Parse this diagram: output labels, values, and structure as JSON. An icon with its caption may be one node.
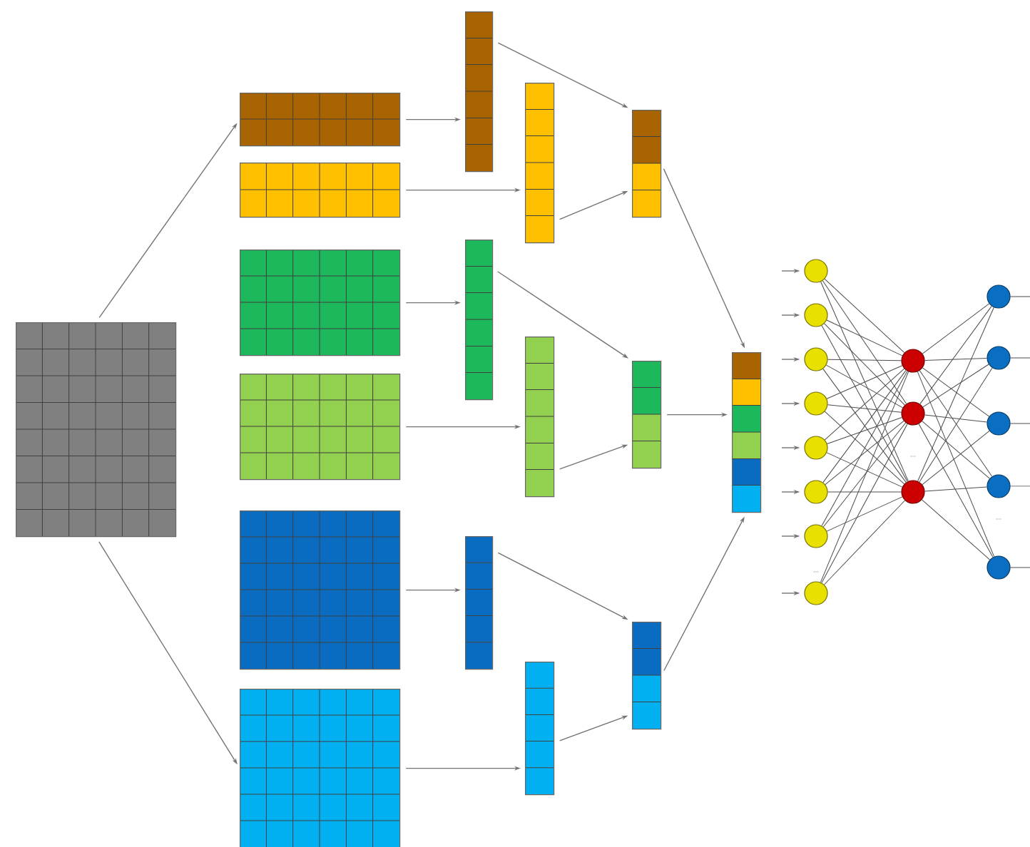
{
  "diagram": {
    "nodes": [
      {
        "text": [],
        "shape": "box"
      },
      {
        "text": [],
        "shape": "box"
      },
      {
        "text": [],
        "shape": "box"
      },
      {
        "text": [],
        "shape": "box"
      },
      {
        "text": [],
        "shape": "box"
      },
      {
        "text": [],
        "shape": "box"
      },
      {
        "text": [],
        "shape": "box"
      },
      {
        "text": [],
        "shape": "bar"
      },
      {
        "text": [],
        "shape": "bar"
      },
      {
        "text": [],
        "shape": "bar"
      },
      {
        "text": [],
        "shape": "bar"
      },
      {
        "text": [],
        "shape": "bar"
      },
      {
        "text": [],
        "shape": "bar"
      },
      {
        "text": [],
        "shape": "bar"
      },
      {
        "text": [],
        "shape": "bar"
      },
      {
        "text": [],
        "shape": "bar"
      },
      {
        "text": [],
        "shape": "bar"
      },
      {
        "text": [],
        "shape": "circle"
      },
      {
        "text": [],
        "shape": "circle"
      },
      {
        "text": [],
        "shape": "circle"
      },
      {
        "text": [],
        "shape": "circle"
      },
      {
        "text": [],
        "shape": "circle"
      },
      {
        "text": [],
        "shape": "circle"
      },
      {
        "text": [],
        "shape": "circle"
      },
      {
        "text": [],
        "shape": "circle"
      },
      {
        "text": [],
        "shape": "circle"
      },
      {
        "text": [],
        "shape": "circle"
      },
      {
        "text": [],
        "shape": "circle"
      },
      {
        "text": [],
        "shape": "circle"
      },
      {
        "text": [],
        "shape": "circle"
      },
      {
        "text": [],
        "shape": "circle"
      },
      {
        "text": [],
        "shape": "circle"
      },
      {
        "text": [],
        "shape": "circle"
      }
    ],
    "edges": [
      {
        "from": 0,
        "to": 1,
        "arrow": "to"
      },
      {
        "from": 0,
        "to": 6,
        "arrow": "to"
      },
      {
        "from": 1,
        "to": 7,
        "arrow": "to"
      },
      {
        "from": 2,
        "to": 8,
        "arrow": "to"
      },
      {
        "from": 3,
        "to": 9,
        "arrow": "to"
      },
      {
        "from": 4,
        "to": 10,
        "arrow": "to"
      },
      {
        "from": 5,
        "to": 11,
        "arrow": "to"
      },
      {
        "from": 6,
        "to": 12,
        "arrow": "to"
      },
      {
        "from": 7,
        "to": 13,
        "arrow": "to"
      },
      {
        "from": 8,
        "to": 13,
        "arrow": "to"
      },
      {
        "from": 9,
        "to": 14,
        "arrow": "to"
      },
      {
        "from": 10,
        "to": 14,
        "arrow": "to"
      },
      {
        "from": 11,
        "to": 15,
        "arrow": "to"
      },
      {
        "from": 12,
        "to": 15,
        "arrow": "to"
      },
      {
        "from": 13,
        "to": 16,
        "arrow": "to"
      },
      {
        "from": 14,
        "to": 16,
        "arrow": "to"
      },
      {
        "from": 15,
        "to": 16,
        "arrow": "to"
      },
      {
        "from": null,
        "to": 17,
        "arrow": "to"
      },
      {
        "from": null,
        "to": 18,
        "arrow": "to"
      },
      {
        "from": null,
        "to": 19,
        "arrow": "to"
      },
      {
        "from": null,
        "to": 20,
        "arrow": "to"
      },
      {
        "from": null,
        "to": 21,
        "arrow": "to"
      },
      {
        "from": null,
        "to": 22,
        "arrow": "to"
      },
      {
        "from": null,
        "to": 23,
        "arrow": "to"
      },
      {
        "from": null,
        "to": 24,
        "arrow": "to"
      },
      {
        "from": 17,
        "to": 25,
        "arrow": "none"
      },
      {
        "from": 17,
        "to": 26,
        "arrow": "none"
      },
      {
        "from": 17,
        "to": 27,
        "arrow": "none"
      },
      {
        "from": 18,
        "to": 25,
        "arrow": "none"
      },
      {
        "from": 18,
        "to": 26,
        "arrow": "none"
      },
      {
        "from": 18,
        "to": 27,
        "arrow": "none"
      },
      {
        "from": 19,
        "to": 25,
        "arrow": "none"
      },
      {
        "from": 19,
        "to": 26,
        "arrow": "none"
      },
      {
        "from": 19,
        "to": 27,
        "arrow": "none"
      },
      {
        "from": 20,
        "to": 25,
        "arrow": "none"
      },
      {
        "from": 20,
        "to": 26,
        "arrow": "none"
      },
      {
        "from": 20,
        "to": 27,
        "arrow": "none"
      },
      {
        "from": 21,
        "to": 25,
        "arrow": "none"
      },
      {
        "from": 21,
        "to": 26,
        "arrow": "none"
      },
      {
        "from": 21,
        "to": 27,
        "arrow": "none"
      },
      {
        "from": 22,
        "to": 25,
        "arrow": "none"
      },
      {
        "from": 22,
        "to": 26,
        "arrow": "none"
      },
      {
        "from": 22,
        "to": 27,
        "arrow": "none"
      },
      {
        "from": 23,
        "to": 25,
        "arrow": "none"
      },
      {
        "from": 23,
        "to": 26,
        "arrow": "none"
      },
      {
        "from": 23,
        "to": 27,
        "arrow": "none"
      },
      {
        "from": 24,
        "to": 25,
        "arrow": "none"
      },
      {
        "from": 24,
        "to": 26,
        "arrow": "none"
      },
      {
        "from": 24,
        "to": 27,
        "arrow": "none"
      },
      {
        "from": 25,
        "to": 28,
        "arrow": "none"
      },
      {
        "from": 25,
        "to": 29,
        "arrow": "none"
      },
      {
        "from": 25,
        "to": 30,
        "arrow": "none"
      },
      {
        "from": 25,
        "to": 31,
        "arrow": "none"
      },
      {
        "from": 25,
        "to": 32,
        "arrow": "none"
      },
      {
        "from": 26,
        "to": 28,
        "arrow": "none"
      },
      {
        "from": 26,
        "to": 29,
        "arrow": "none"
      },
      {
        "from": 26,
        "to": 30,
        "arrow": "none"
      },
      {
        "from": 26,
        "to": 31,
        "arrow": "none"
      },
      {
        "from": 26,
        "to": 32,
        "arrow": "none"
      },
      {
        "from": 27,
        "to": 28,
        "arrow": "none"
      },
      {
        "from": 27,
        "to": 29,
        "arrow": "none"
      },
      {
        "from": 27,
        "to": 30,
        "arrow": "none"
      },
      {
        "from": 27,
        "to": 31,
        "arrow": "none"
      },
      {
        "from": 27,
        "to": 32,
        "arrow": "none"
      },
      {
        "from": 28,
        "to": null,
        "arrow": "none"
      },
      {
        "from": 29,
        "to": null,
        "arrow": "none"
      },
      {
        "from": 30,
        "to": null,
        "arrow": "none"
      },
      {
        "from": 31,
        "to": null,
        "arrow": "none"
      },
      {
        "from": 32,
        "to": null,
        "arrow": "none"
      }
    ],
    "labels": [
      "...",
      "...",
      "..."
    ]
  }
}
